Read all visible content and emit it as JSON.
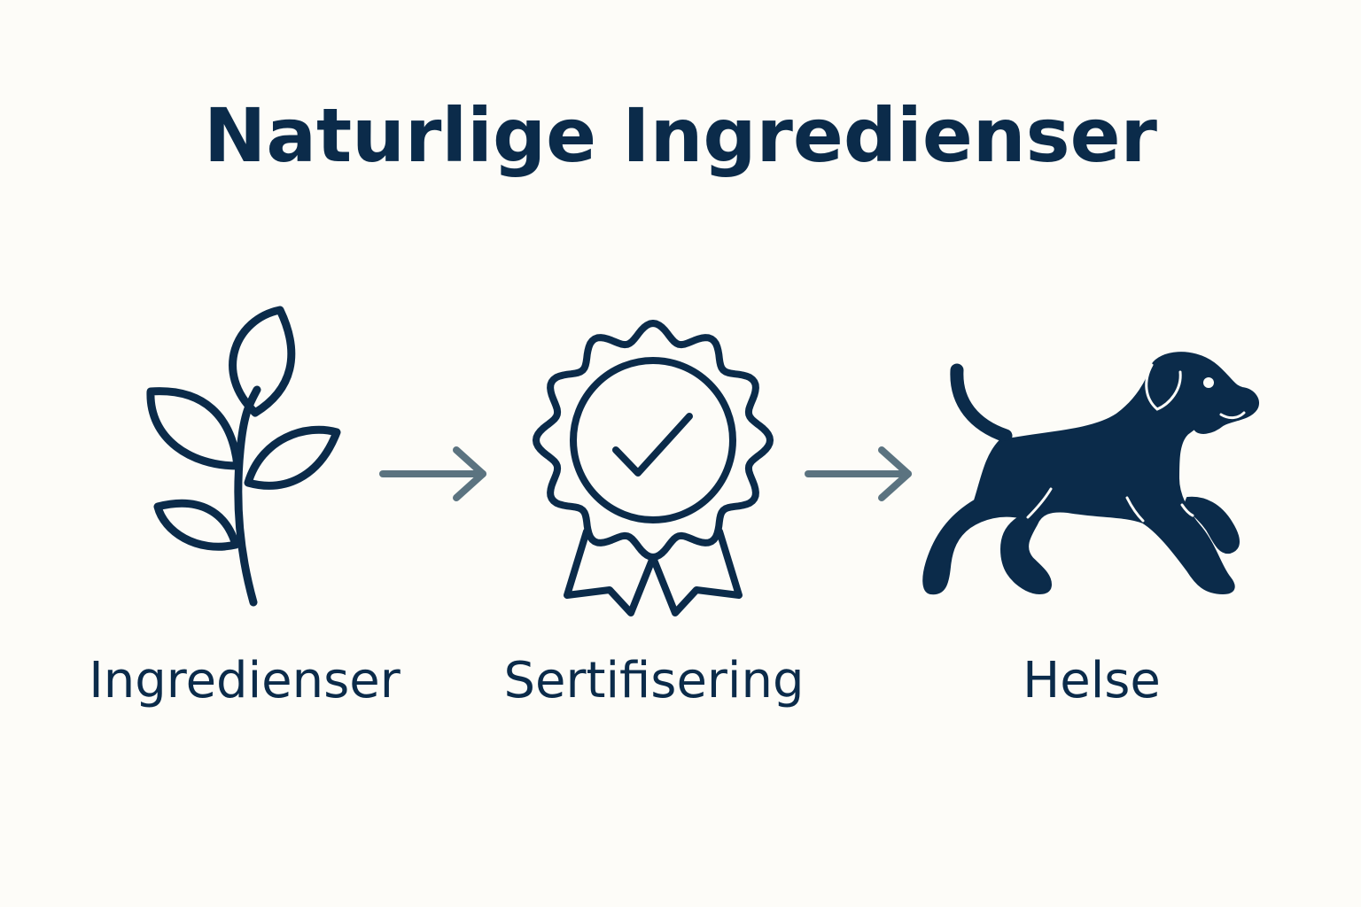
{
  "title": "Naturlige Ingredienser",
  "steps": [
    {
      "label": "Ingredienser",
      "icon": "leaf-sprig-icon"
    },
    {
      "label": "Sertifisering",
      "icon": "certified-badge-icon"
    },
    {
      "label": "Helse",
      "icon": "dog-icon"
    }
  ],
  "colors": {
    "background": "#fdfcf8",
    "primary": "#0b2b4a",
    "arrow": "#5b7380"
  }
}
